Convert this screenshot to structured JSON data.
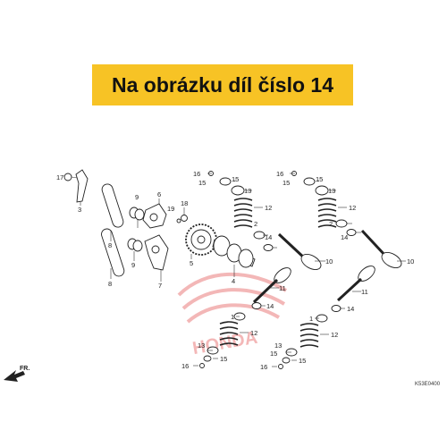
{
  "banner": {
    "text": "Na obrázku díl číslo 14",
    "color": "#f7c325"
  },
  "diagram": {
    "code": "K53E0400",
    "direction_label": "FR.",
    "watermark": "HONDA",
    "labels": {
      "l1": "17",
      "l2": "3",
      "l3": "8",
      "l4": "9",
      "l5": "6",
      "l6": "18",
      "l7": "19",
      "l8": "8",
      "l9": "9",
      "l10": "7",
      "l11": "5",
      "l12": "4",
      "l13": "16",
      "l14": "15",
      "l15": "15",
      "l16": "13",
      "l17": "12",
      "l18": "2",
      "l19": "14",
      "l20": "10",
      "l21": "16",
      "l22": "15",
      "l23": "15",
      "l24": "13",
      "l25": "12",
      "l26": "2",
      "l27": "14",
      "l28": "10",
      "l29": "11",
      "l30": "14",
      "l31": "1",
      "l32": "12",
      "l33": "13",
      "l34": "15",
      "l35": "16",
      "l36": "11",
      "l37": "14",
      "l38": "1",
      "l39": "12",
      "l40": "13",
      "l41": "15",
      "l42": "15",
      "l43": "16"
    }
  }
}
